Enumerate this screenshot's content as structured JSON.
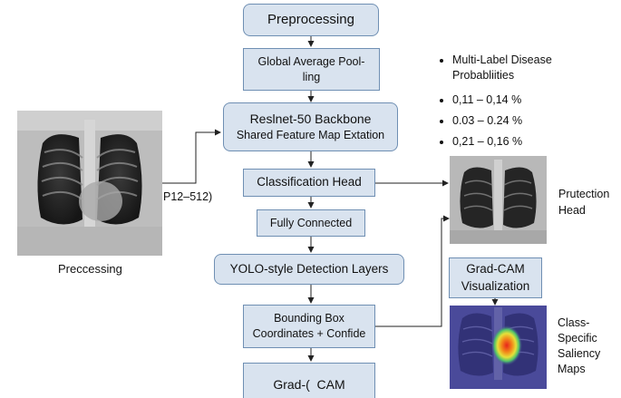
{
  "boxes": {
    "preprocessing": "Preprocessing",
    "gap_line1": "Global Average Pool-",
    "gap_line2": "ling",
    "backbone_line1": "Reslnet-50 Backbone",
    "backbone_line2": "Shared Feature Map Extation",
    "classification_head": "Classification Head",
    "fully_connected": "Fully Connected",
    "yolo": "YOLO-style Detection Layers",
    "bbox_line1": "Bounding Box",
    "bbox_line2": "Coordinates + Confide",
    "gradcam_bottom": "Grad-(  CAM",
    "gradcam_viz_line1": "Grad-CAM",
    "gradcam_viz_line2": "Visualization"
  },
  "labels": {
    "input_caption": "Preccessing",
    "input_dims": "P12–512)",
    "protection_line1": "Prutection",
    "protection_line2": "Head",
    "saliency_line1": "Class-",
    "saliency_line2": "Specific",
    "saliency_line3": "Saliency",
    "saliency_line4": "Maps"
  },
  "probabilities": {
    "heading_line1": "Multi-Label Disease",
    "heading_line2": "Probabliities",
    "items": [
      "0,11 – 0,14 %",
      "0.03 – 0.24 %",
      "0,21 – 0,16 %"
    ]
  },
  "colors": {
    "box_fill": "#d9e3ef",
    "box_border": "#6f8fb3",
    "line": "#222222",
    "heatmap_base": "#4a4a9a",
    "heatmap_hot": "#e8241c"
  }
}
